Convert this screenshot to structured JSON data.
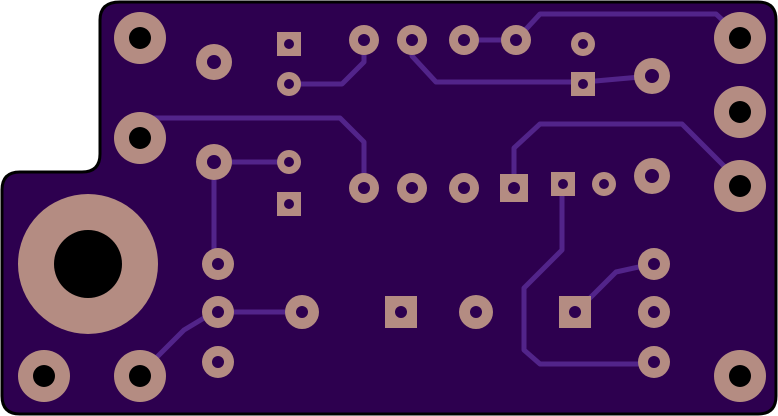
{
  "board": {
    "name": "pcb-board",
    "colors": {
      "substrate": "#2d004f",
      "outline": "#000000",
      "trace": "#52248a",
      "pad": "#b48c82",
      "drill": "#2d004f",
      "mount_hole": "#000000"
    }
  },
  "components": {
    "mounting_holes": [
      "mount-hole-top-left",
      "mount-hole-top-right",
      "mount-hole-mid-left",
      "mount-hole-right-upper",
      "mount-hole-right-lower",
      "mount-hole-bottom-left-a",
      "mount-hole-bottom-left-b",
      "mount-hole-bottom-right"
    ],
    "jack": "audio-jack-footprint",
    "ic_header_pins": 4,
    "potentiometer_pins": 3
  }
}
